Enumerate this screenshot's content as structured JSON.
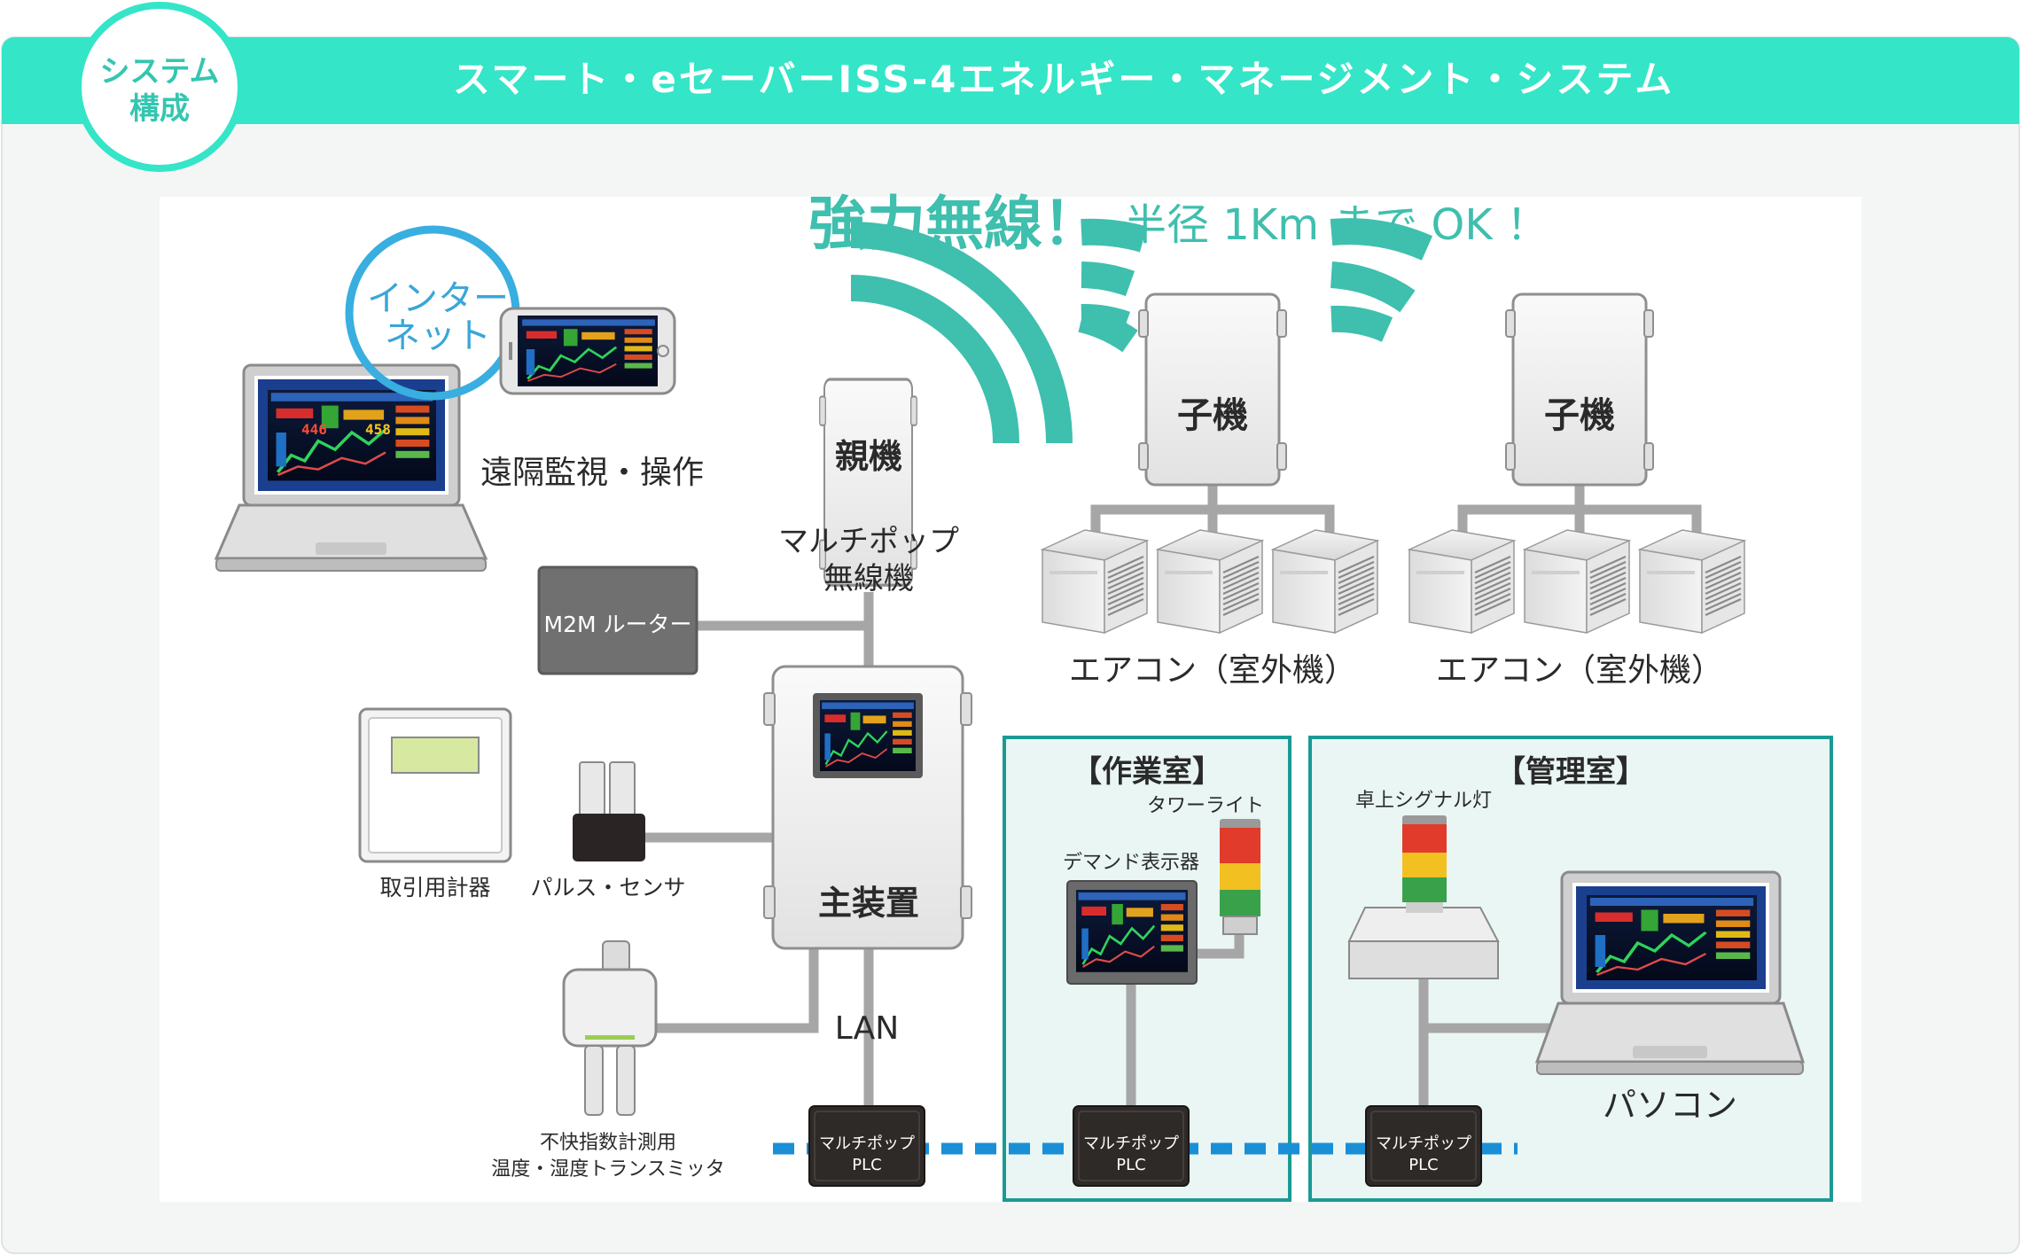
{
  "header": {
    "badge_line1": "システム",
    "badge_line2": "構成",
    "title": "スマート・eセーバーISS-4エネルギー・マネージメント・システム"
  },
  "wireless": {
    "headline_strong": "強力無線！",
    "headline_range": "半径 1Km まで OK ！"
  },
  "internet": {
    "line1": "インター",
    "line2": "ネット"
  },
  "remote": {
    "label": "遠隔監視・操作"
  },
  "parent_unit": {
    "label": "親機",
    "caption_line1": "マルチポップ",
    "caption_line2": "無線機"
  },
  "child_units": [
    {
      "label": "子機"
    },
    {
      "label": "子機"
    }
  ],
  "aircon_groups": [
    {
      "label": "エアコン（室外機）"
    },
    {
      "label": "エアコン（室外機）"
    }
  ],
  "router": {
    "label": "M2M ルーター"
  },
  "meter": {
    "label": "取引用計器"
  },
  "pulse_sensor": {
    "label": "パルス・センサ"
  },
  "main_unit": {
    "label": "主装置"
  },
  "transmitter": {
    "line1": "不快指数計測用",
    "line2": "温度・湿度トランスミッタ"
  },
  "lan": {
    "label": "LAN"
  },
  "plc_units": [
    {
      "line1": "マルチポップ",
      "line2": "PLC"
    },
    {
      "line1": "マルチポップ",
      "line2": "PLC"
    },
    {
      "line1": "マルチポップ",
      "line2": "PLC"
    }
  ],
  "work_room": {
    "title": "【作業室】",
    "tower_light": "タワーライト",
    "demand_display": "デマンド表示器"
  },
  "control_room": {
    "title": "【管理室】",
    "signal_light": "卓上シグナル灯",
    "pc": "パソコン"
  },
  "screen_numbers": {
    "left": "446",
    "right": "458"
  },
  "colors": {
    "header_bar": "#34e5c8",
    "wifi_arcs": "#3fbfae",
    "room_border": "#1b9a94",
    "room_fill": "#e9f6f4",
    "lan_dash": "#1a8fd6",
    "connector": "#a6a6a6",
    "dark_unit": "#2e2a28"
  }
}
